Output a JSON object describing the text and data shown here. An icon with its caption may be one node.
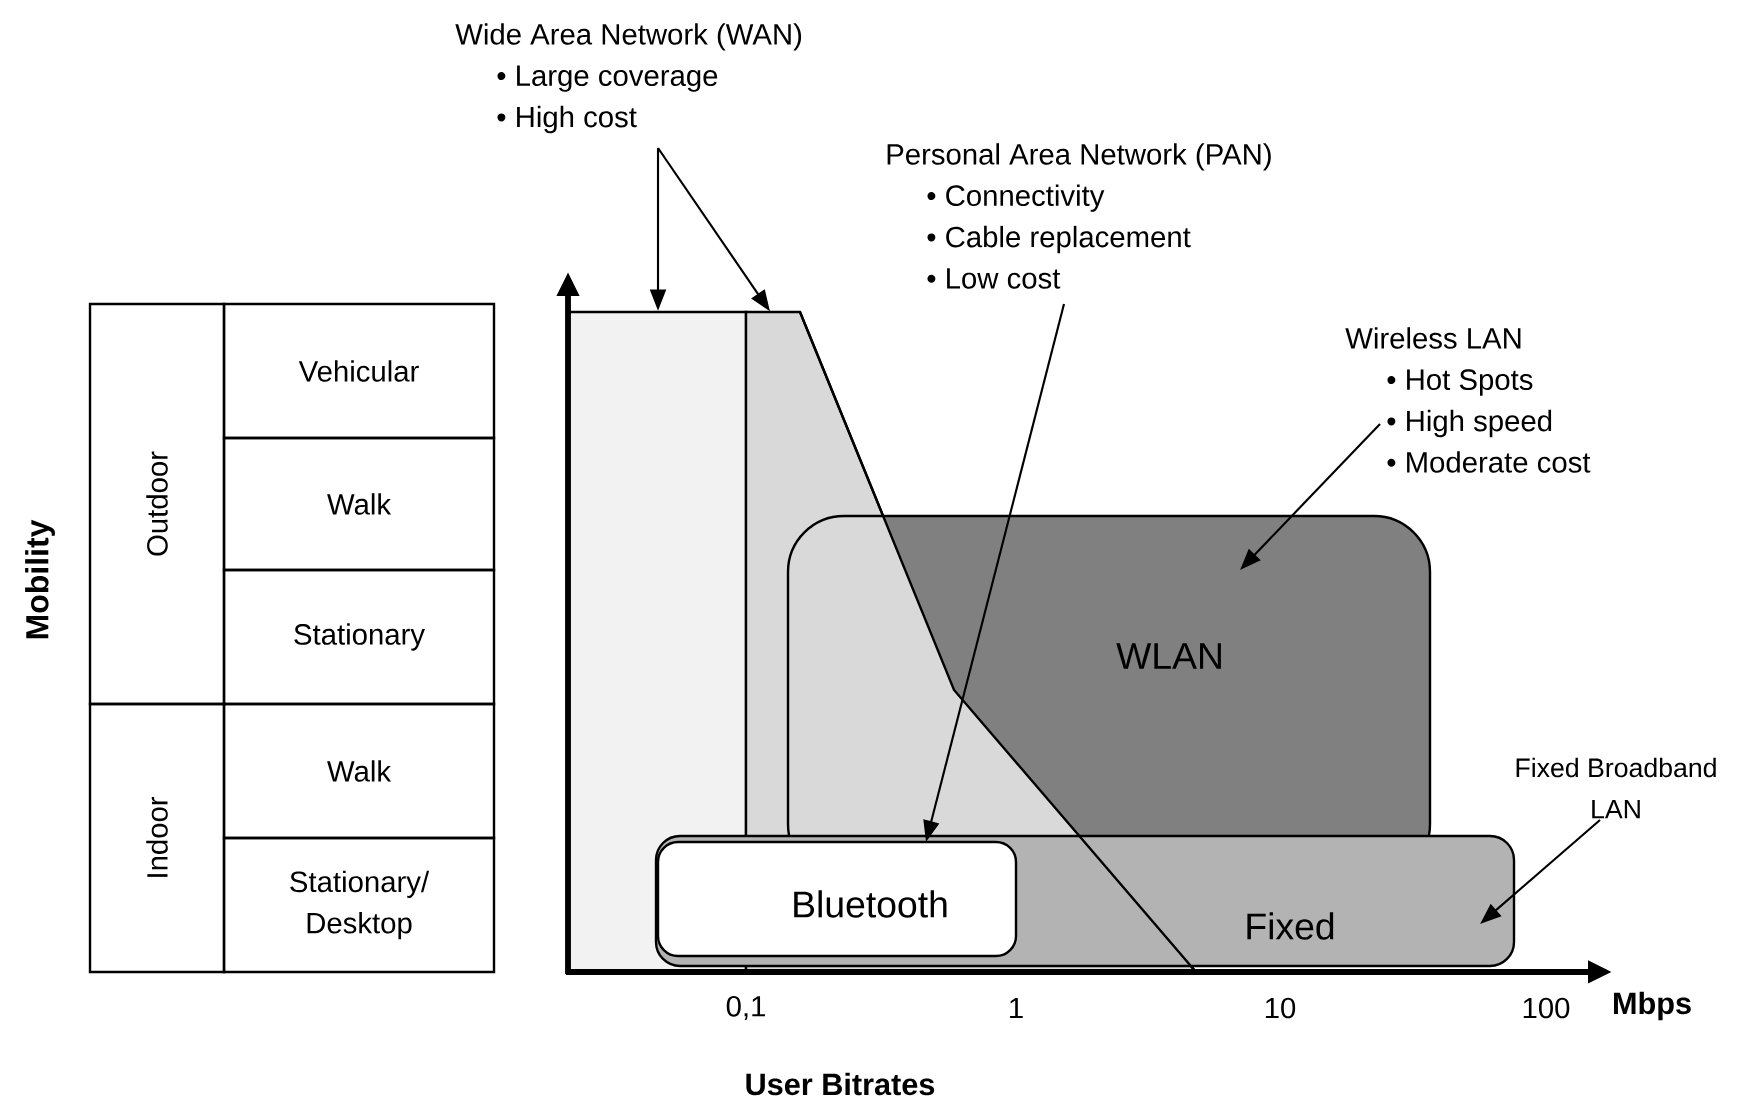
{
  "diagram": {
    "nodes": [
      {
        "text": [
          "Outdoor"
        ]
      },
      {
        "text": [
          "Vehicular"
        ]
      },
      {
        "text": [
          "Walk"
        ]
      },
      {
        "text": [
          "Stationary"
        ]
      },
      {
        "text": [
          "Indoor"
        ]
      },
      {
        "text": [
          "Walk"
        ]
      },
      {
        "text": [
          "Stationary/ Desktop"
        ]
      },
      {
        "text": [
          "Wide Area Network (WAN)",
          "• Large coverage",
          "• High cost"
        ]
      },
      {
        "text": [
          "Personal Area Network (PAN)",
          "• Connectivity",
          "• Cable replacement",
          "• Low cost"
        ]
      },
      {
        "text": [
          "Wireless LAN",
          "• Hot Spots",
          "• High speed",
          "• Moderate cost"
        ]
      },
      {
        "text": [
          "Fixed Broadband LAN"
        ]
      },
      {
        "text": [],
        "shape": "box"
      },
      {
        "text": [],
        "shape": "trapezoid"
      },
      {
        "text": [
          "WLAN"
        ]
      },
      {
        "text": [
          "Fixed"
        ]
      },
      {
        "text": [
          "Bluetooth"
        ],
        "in": 14
      }
    ],
    "edges": [
      {
        "from": 7,
        "to": 11,
        "arrow": "to"
      },
      {
        "from": 7,
        "to": 12,
        "arrow": "to"
      },
      {
        "from": 8,
        "to": 15,
        "arrow": "to"
      },
      {
        "from": 9,
        "to": 13,
        "arrow": "to"
      },
      {
        "from": 10,
        "to": 14,
        "arrow": "to"
      }
    ],
    "labels": [
      "Mobility",
      "0,1",
      "1",
      "10",
      "100",
      "Mbps",
      "User Bitrates"
    ]
  }
}
